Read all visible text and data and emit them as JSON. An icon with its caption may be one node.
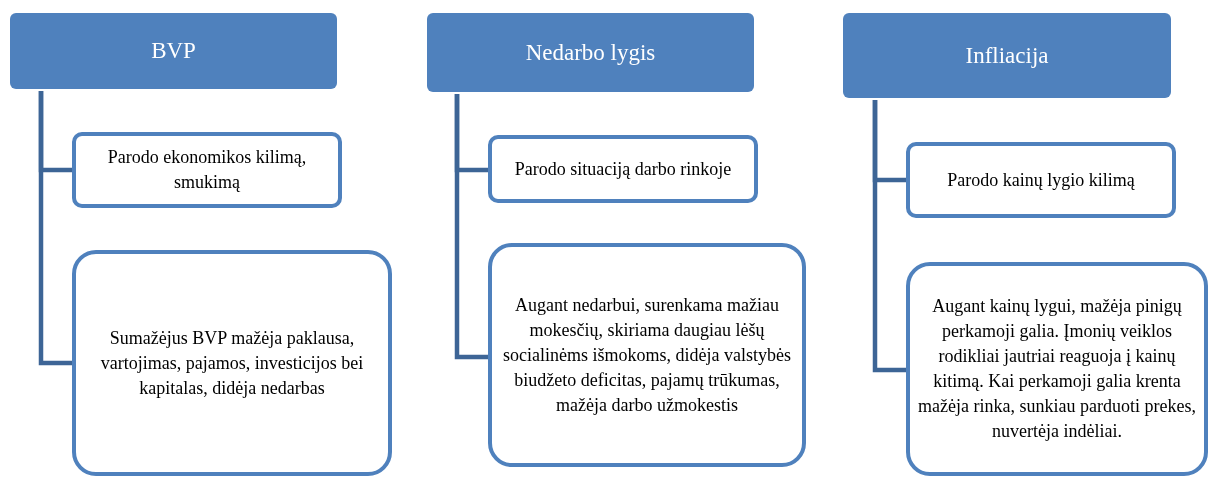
{
  "diagram": {
    "nodes": [
      {
        "text": [
          "BVP"
        ]
      },
      {
        "text": [
          "Parodo ekonomikos kilimą, smukimą"
        ]
      },
      {
        "text": [
          "Sumažėjus BVP mažėja paklausa, vartojimas, pajamos, investicijos bei kapitalas, didėja nedarbas"
        ]
      },
      {
        "text": [
          "Nedarbo lygis"
        ]
      },
      {
        "text": [
          "Parodo situaciją darbo rinkoje"
        ]
      },
      {
        "text": [
          "Augant nedarbui, surenkama mažiau mokesčių, skiriama daugiau lėšų socialinėms išmokoms, didėja valstybės biudžeto deficitas, pajamų trūkumas, mažėja darbo užmokestis"
        ]
      },
      {
        "text": [
          "Infliacija"
        ]
      },
      {
        "text": [
          "Parodo kainų lygio kilimą"
        ]
      },
      {
        "text": [
          "Augant kainų lygui, mažėja pinigų perkamoji galia. Įmonių veiklos rodikliai jautriai reaguoja į kainų kitimą. Kai perkamoji galia krenta mažėja rinka, sunkiau parduoti prekes, nuvertėja indėliai."
        ]
      }
    ],
    "edges": [
      {
        "from": 0,
        "to": 1,
        "arrow": "none"
      },
      {
        "from": 0,
        "to": 2,
        "arrow": "none"
      },
      {
        "from": 3,
        "to": 4,
        "arrow": "none"
      },
      {
        "from": 3,
        "to": 5,
        "arrow": "none"
      },
      {
        "from": 6,
        "to": 7,
        "arrow": "none"
      },
      {
        "from": 6,
        "to": 8,
        "arrow": "none"
      }
    ]
  }
}
